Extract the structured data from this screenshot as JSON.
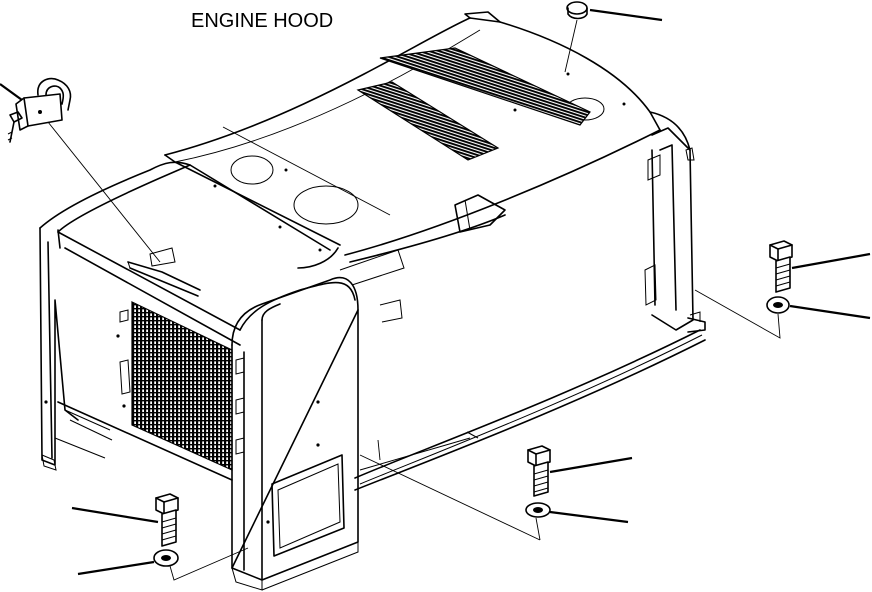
{
  "title": "ENGINE HOOD",
  "colors": {
    "line": "#000000",
    "background": "#ffffff"
  },
  "parts": [
    {
      "name": "padlock",
      "icon": "padlock-icon"
    },
    {
      "name": "hood-cap",
      "icon": "cap-icon"
    },
    {
      "name": "bolt-front-left",
      "icon": "bolt-icon"
    },
    {
      "name": "washer-front-left",
      "icon": "washer-icon"
    },
    {
      "name": "bolt-front-center",
      "icon": "bolt-icon"
    },
    {
      "name": "washer-front-center",
      "icon": "washer-icon"
    },
    {
      "name": "bolt-rear-right",
      "icon": "bolt-icon"
    },
    {
      "name": "washer-rear-right",
      "icon": "washer-icon"
    }
  ]
}
